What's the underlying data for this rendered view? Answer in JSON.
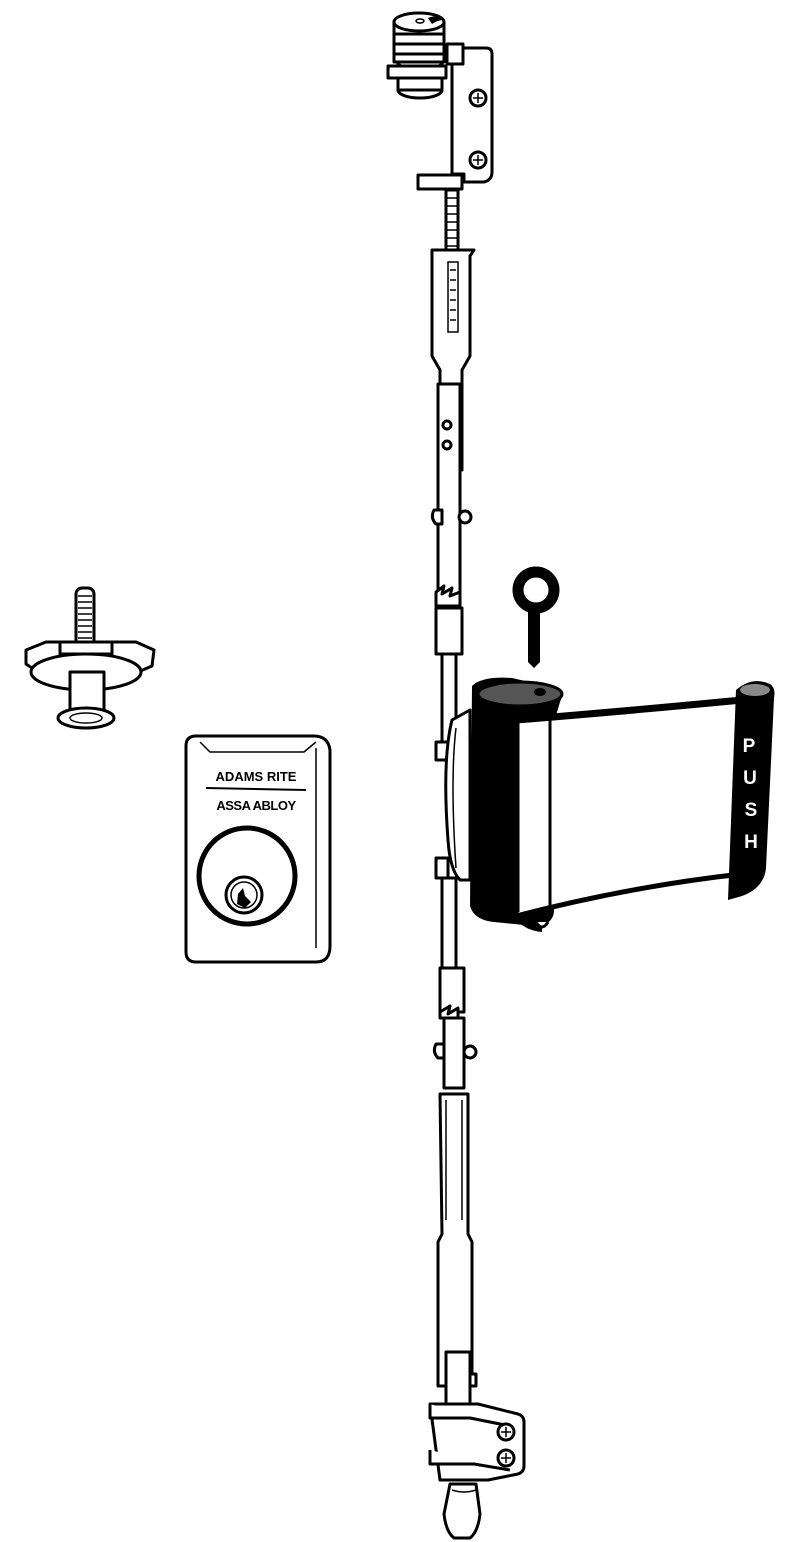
{
  "illustration": {
    "subject": "Exit device with vertical rods, push paddle and key cylinder trim",
    "colors": {
      "line": "#000000",
      "background": "#ffffff",
      "paddle_body": "#000000",
      "paddle_face": "#ffffff"
    }
  },
  "cylinder_trim": {
    "brand_line1": "ADAMS RITE",
    "brand_line2": "ASSA ABLOY"
  },
  "push_paddle": {
    "label": "PUSH",
    "letters": [
      "P",
      "U",
      "S",
      "H"
    ]
  },
  "parts": [
    {
      "name": "top-latch-bolt"
    },
    {
      "name": "top-strike-bracket"
    },
    {
      "name": "top-rod"
    },
    {
      "name": "dogging-key"
    },
    {
      "name": "push-paddle"
    },
    {
      "name": "bottom-rod"
    },
    {
      "name": "bottom-strike-bracket"
    },
    {
      "name": "bottom-latch-bolt"
    },
    {
      "name": "floor-strike"
    },
    {
      "name": "cylinder-trim"
    }
  ]
}
